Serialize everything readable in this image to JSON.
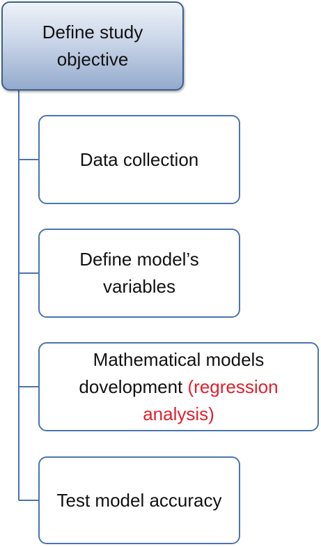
{
  "root": {
    "label_line1": "Define study",
    "label_line2": "objective"
  },
  "steps": [
    {
      "text": "Data collection"
    },
    {
      "line1": "Define model’s",
      "line2": "variables"
    },
    {
      "line1": "Mathematical models",
      "line2_plain": "dovelopment ",
      "line2_red": "(regression",
      "line3_red": "analysis)"
    },
    {
      "text": "Test model accuracy"
    }
  ],
  "colors": {
    "connector": "#4a74b0",
    "box_border": "#4a74b0",
    "root_border": "#3d5f8f",
    "highlight_text": "#e0202c"
  }
}
